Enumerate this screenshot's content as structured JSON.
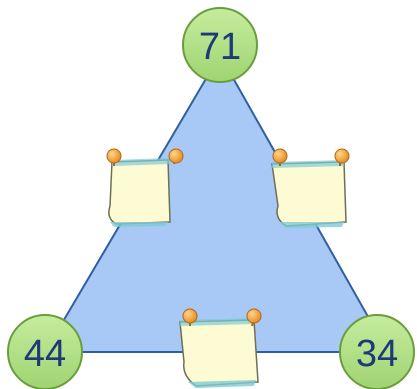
{
  "nodes": {
    "top": {
      "value": "71"
    },
    "bottom_left": {
      "value": "44"
    },
    "bottom_right": {
      "value": "34"
    }
  },
  "notes": {
    "left": {
      "text": ""
    },
    "right": {
      "text": ""
    },
    "bottom": {
      "text": ""
    }
  },
  "colors": {
    "triangle_fill": "#a8c8f5",
    "triangle_stroke": "#2f5fa0",
    "circle_fill": "#b2e08a",
    "circle_stroke": "#6a9e3c",
    "note_fill": "#fdfbd4",
    "note_stroke": "#6f6f55",
    "note_tape": "#7fcbd6",
    "pin_fill": "#f0a030",
    "pin_stroke": "#b0661a",
    "number_color": "#1f3a78"
  }
}
